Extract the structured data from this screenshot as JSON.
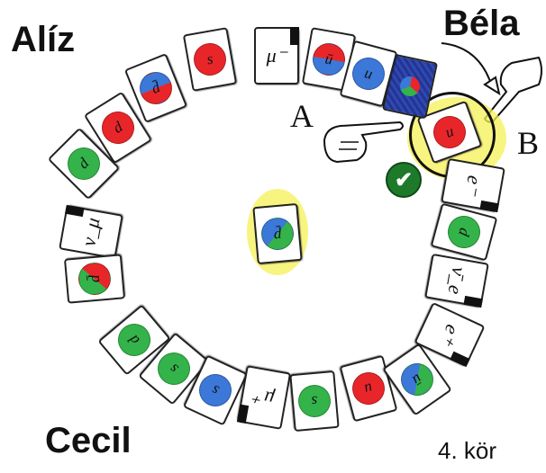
{
  "players": {
    "top_left": "Alíz",
    "top_right": "Béla",
    "bottom_left": "Cecil"
  },
  "round_label": "4. kör",
  "markers": {
    "a": "A",
    "b": "B"
  },
  "colors": {
    "red": "#e8262a",
    "blue": "#3c78d8",
    "green": "#33b34a",
    "highlight": "#f6f055",
    "check": "#1e7a2a"
  },
  "cards": [
    {
      "label": "s",
      "type": "quark",
      "color": "red"
    },
    {
      "label": "μ⁻",
      "type": "lepton"
    },
    {
      "label": "ū",
      "type": "quark",
      "color": "split-red-blue"
    },
    {
      "label": "u",
      "type": "quark",
      "color": "blue"
    },
    {
      "label": "d̄",
      "type": "quark",
      "color": "split-red-blue"
    },
    {
      "label": "d",
      "type": "quark",
      "color": "red"
    },
    {
      "label": "d",
      "type": "quark",
      "color": "green"
    },
    {
      "label": "ν_μ",
      "type": "lepton"
    },
    {
      "label": "d̄",
      "type": "quark",
      "color": "split-green-red"
    },
    {
      "label": "d",
      "type": "quark",
      "color": "green"
    },
    {
      "label": "s",
      "type": "quark",
      "color": "green"
    },
    {
      "label": "s",
      "type": "quark",
      "color": "blue"
    },
    {
      "label": "μ⁺",
      "type": "lepton"
    },
    {
      "label": "s",
      "type": "quark",
      "color": "green"
    },
    {
      "label": "u",
      "type": "quark",
      "color": "red"
    },
    {
      "label": "ū",
      "type": "quark",
      "color": "split-green-blue"
    },
    {
      "label": "e⁺",
      "type": "lepton"
    },
    {
      "label": "ν̄_e",
      "type": "lepton"
    },
    {
      "label": "d",
      "type": "quark",
      "color": "green"
    },
    {
      "label": "e⁻",
      "type": "lepton"
    },
    {
      "label": "u",
      "type": "quark",
      "color": "red"
    }
  ],
  "center_card": {
    "label": "d̄",
    "type": "quark",
    "color": "split-blue-green"
  }
}
